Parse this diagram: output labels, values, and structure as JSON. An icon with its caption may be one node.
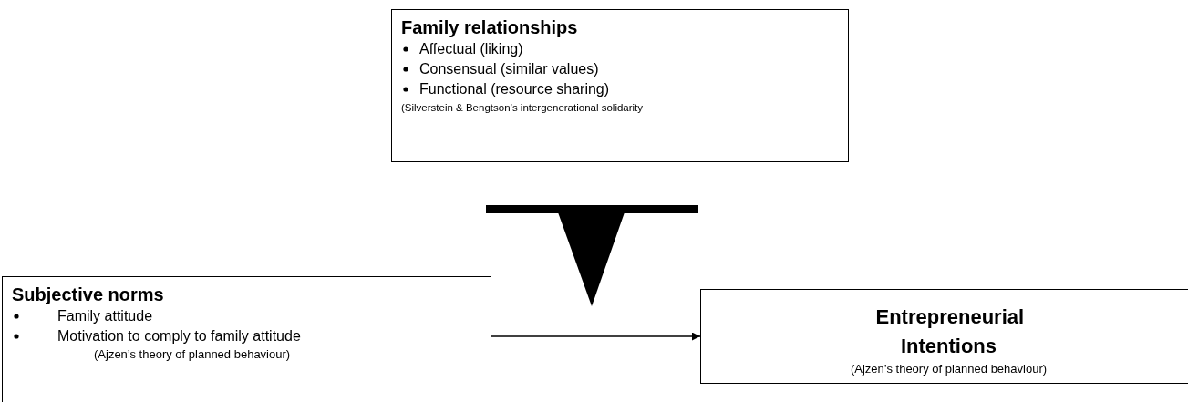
{
  "diagram": {
    "nodes": [
      {
        "text": [
          "Family relationships",
          "Affectual (liking)",
          "Consensual (similar values)",
          "Functional (resource sharing)",
          "(Silverstein & Bengtson’s intergenerational solidarity"
        ]
      },
      {
        "text": [
          "Subjective norms",
          "Family attitude",
          "Motivation to comply to family attitude",
          "(Ajzen’s theory of planned behaviour)"
        ]
      },
      {
        "text": [
          "Entrepreneurial Intentions",
          "(Ajzen’s theory of planned behaviour)"
        ]
      }
    ],
    "edges": [
      {
        "from": 1,
        "to": 2,
        "arrow": "to"
      }
    ]
  }
}
